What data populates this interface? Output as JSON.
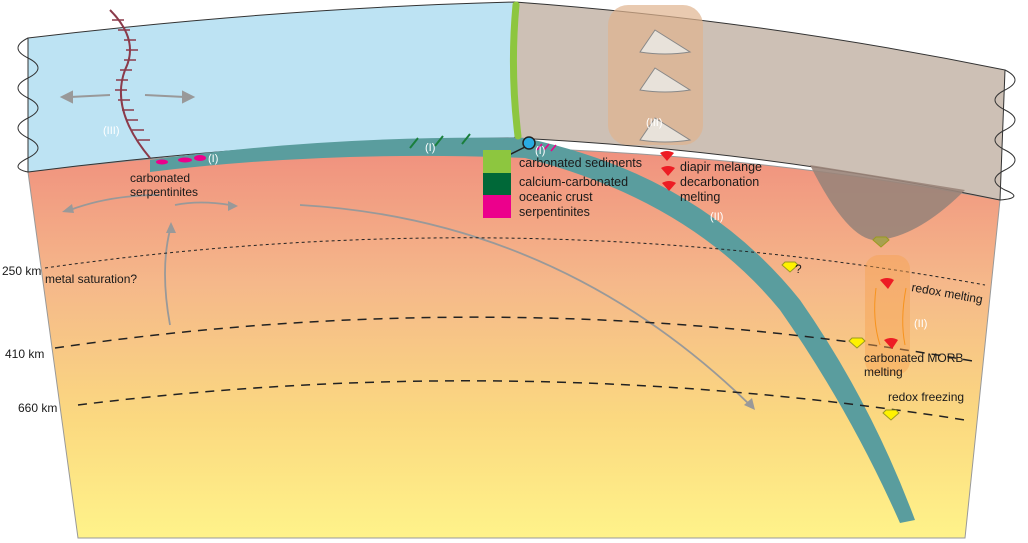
{
  "colors": {
    "ocean": "#bde3f3",
    "continent": "#cdc0b5",
    "slab": "#5a9d9e",
    "carbonated_sediments": "#8dc63f",
    "calcium_carbonated_crust": "#006838",
    "serpentinites": "#ec008c",
    "diapir": "#ed1c24",
    "diamond": "#fff200"
  },
  "labels": {
    "carbonated_serpentinites": [
      "carbonated",
      "serpentinites"
    ],
    "metal_saturation": "metal saturation?",
    "depth_250": "250 km",
    "depth_410": "410 km",
    "depth_660": "660 km",
    "redox_melting": "redox melting",
    "carbonated_morb_melting": [
      "carbonated MORB",
      "melting"
    ],
    "redox_freezing": "redox freezing",
    "question_mark": "?",
    "roman_I": "(I)",
    "roman_II": "(II)",
    "roman_III": "(III)"
  },
  "legend": {
    "items": [
      {
        "label": "carbonated sediments"
      },
      {
        "label": "calcium-carbonated"
      },
      {
        "label": "oceanic crust"
      },
      {
        "label": "serpentinites"
      }
    ],
    "diapir_lines": [
      "diapir melange",
      "decarbonation",
      "melting"
    ]
  }
}
